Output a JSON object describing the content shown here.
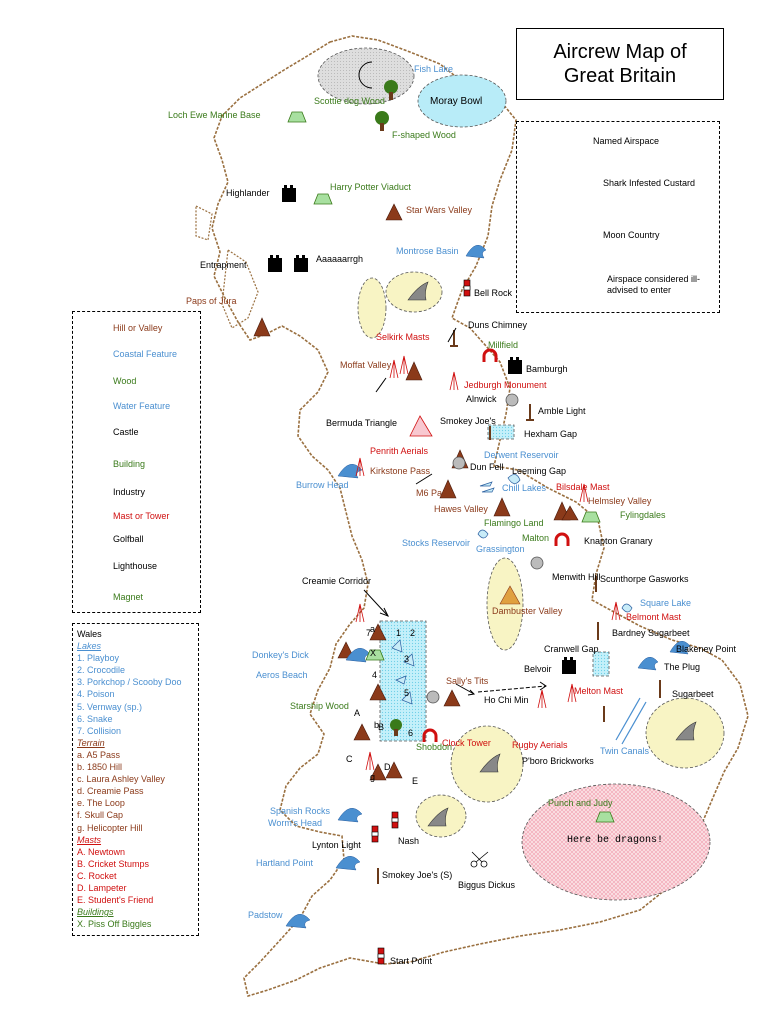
{
  "title": {
    "line1": "Aircrew Map of",
    "line2": "Great Britain"
  },
  "colors": {
    "hill": "#8b3a1a",
    "coastal": "#4a8fd0",
    "wood": "#3a7a1a",
    "building": "#a8e0a0",
    "mast": "#d01010",
    "magnet": "#d01010",
    "zone": "#f5f0b0",
    "danger": "#f8c8d0",
    "airspace": "#b8ecf8",
    "moon": "#d8d8d8",
    "coast": "#9a7040"
  },
  "legend_top": [
    {
      "icon": "moon-airspace-icon",
      "label": "Named Airspace",
      "color": "#000"
    },
    {
      "icon": "shark-fin-icon",
      "label": "Shark Infested Custard",
      "color": "#000"
    },
    {
      "icon": "crescent-moon-icon",
      "label": "Moon Country",
      "color": "#000"
    },
    {
      "icon": "pink-zone-icon",
      "label": "Airspace considered ill-advised to enter",
      "color": "#000"
    }
  ],
  "legend_left": [
    {
      "icon": "hill-icon",
      "label": "Hill or Valley",
      "color": "#8b3a1a"
    },
    {
      "icon": "wave-icon",
      "label": "Coastal Feature",
      "color": "#4a8fd0"
    },
    {
      "icon": "tree-icon",
      "label": "Wood",
      "color": "#3a7a1a"
    },
    {
      "icon": "water-drop-icon",
      "label": "Water Feature",
      "color": "#4a8fd0"
    },
    {
      "icon": "castle-icon",
      "label": "Castle",
      "color": "#000"
    },
    {
      "icon": "building-icon",
      "label": "Building",
      "color": "#3a7a1a"
    },
    {
      "icon": "chimney-icon",
      "label": "Industry",
      "color": "#000"
    },
    {
      "icon": "mast-icon",
      "label": "Mast or Tower",
      "color": "#d01010"
    },
    {
      "icon": "golfball-icon",
      "label": "Golfball",
      "color": "#000"
    },
    {
      "icon": "lighthouse-icon",
      "label": "Lighthouse",
      "color": "#000"
    },
    {
      "icon": "magnet-icon",
      "label": "Magnet",
      "color": "#3a7a1a"
    }
  ],
  "wales": {
    "heading": "Wales",
    "sections": [
      {
        "title": "Lakes",
        "color": "#4a8fd0",
        "items": [
          "1. Playboy",
          "2. Crocodile",
          "3. Porkchop / Scooby Doo",
          "4. Poison",
          "5. Vernway (sp.)",
          "6. Snake",
          "7. Collision"
        ]
      },
      {
        "title": "Terrain",
        "color": "#8b3a1a",
        "items": [
          "a. A5 Pass",
          "b. 1850 Hill",
          "c. Laura Ashley Valley",
          "d. Creamie Pass",
          "e. The Loop",
          "f. Skull Cap",
          "g. Helicopter Hill"
        ]
      },
      {
        "title": "Masts",
        "color": "#d01010",
        "items": [
          "A. Newtown",
          "B. Cricket Stumps",
          "C. Rocket",
          "D. Lampeter",
          "E. Student's Friend"
        ]
      },
      {
        "title": "Buildings",
        "color": "#3a7a1a",
        "items": [
          "X. Piss Off Biggles"
        ]
      }
    ]
  },
  "places": [
    {
      "text": "Fish Lake",
      "color": "#4a8fd0"
    },
    {
      "text": "Scottie dog Wood",
      "color": "#3a7a1a"
    },
    {
      "text": "Moray Bowl",
      "color": "#000"
    },
    {
      "text": "Loch Ewe Marine Base",
      "color": "#3a7a1a"
    },
    {
      "text": "F-shaped Wood",
      "color": "#3a7a1a"
    },
    {
      "text": "Highlander",
      "color": "#000"
    },
    {
      "text": "Harry Potter Viaduct",
      "color": "#3a7a1a"
    },
    {
      "text": "Star Wars Valley",
      "color": "#8b3a1a"
    },
    {
      "text": "Montrose Basin",
      "color": "#4a8fd0"
    },
    {
      "text": "Entrapment",
      "color": "#000"
    },
    {
      "text": "Aaaaaarrgh",
      "color": "#000"
    },
    {
      "text": "Bell Rock",
      "color": "#000"
    },
    {
      "text": "Paps of Jura",
      "color": "#8b3a1a"
    },
    {
      "text": "Duns Chimney",
      "color": "#000"
    },
    {
      "text": "Selkirk Masts",
      "color": "#d01010"
    },
    {
      "text": "Millfield",
      "color": "#3a7a1a"
    },
    {
      "text": "Moffat Valley",
      "color": "#8b3a1a"
    },
    {
      "text": "Bamburgh",
      "color": "#000"
    },
    {
      "text": "Jedburgh Monument",
      "color": "#d01010"
    },
    {
      "text": "Alnwick",
      "color": "#000"
    },
    {
      "text": "Amble Light",
      "color": "#000"
    },
    {
      "text": "Bermuda Triangle",
      "color": "#000"
    },
    {
      "text": "Smokey Joe's",
      "color": "#000"
    },
    {
      "text": "Hexham Gap",
      "color": "#000"
    },
    {
      "text": "Penrith Aerials",
      "color": "#d01010"
    },
    {
      "text": "Derwent Reservoir",
      "color": "#4a8fd0"
    },
    {
      "text": "Kirkstone Pass",
      "color": "#8b3a1a"
    },
    {
      "text": "Dun Fell",
      "color": "#000"
    },
    {
      "text": "Leeming Gap",
      "color": "#000"
    },
    {
      "text": "Burrow Head",
      "color": "#4a8fd0"
    },
    {
      "text": "Chill Lakes",
      "color": "#4a8fd0"
    },
    {
      "text": "Bilsdale Mast",
      "color": "#d01010"
    },
    {
      "text": "M6 Pass",
      "color": "#8b3a1a"
    },
    {
      "text": "Helmsley Valley",
      "color": "#8b3a1a"
    },
    {
      "text": "Hawes Valley",
      "color": "#8b3a1a"
    },
    {
      "text": "Fylingdales",
      "color": "#3a7a1a"
    },
    {
      "text": "Flamingo Land",
      "color": "#3a7a1a"
    },
    {
      "text": "Stocks Reservoir",
      "color": "#4a8fd0"
    },
    {
      "text": "Malton",
      "color": "#3a7a1a"
    },
    {
      "text": "Knapton Granary",
      "color": "#000"
    },
    {
      "text": "Grassington",
      "color": "#4a8fd0"
    },
    {
      "text": "Creamie Corridor",
      "color": "#000"
    },
    {
      "text": "Menwith Hill",
      "color": "#000"
    },
    {
      "text": "Scunthorpe Gasworks",
      "color": "#000"
    },
    {
      "text": "Square Lake",
      "color": "#4a8fd0"
    },
    {
      "text": "Dambuster Valley",
      "color": "#8b3a1a"
    },
    {
      "text": "Belmont Mast",
      "color": "#d01010"
    },
    {
      "text": "Bardney Sugarbeet",
      "color": "#000"
    },
    {
      "text": "Donkey's Dick",
      "color": "#4a8fd0"
    },
    {
      "text": "Cranwell Gap",
      "color": "#000"
    },
    {
      "text": "Blakeney Point",
      "color": "#000"
    },
    {
      "text": "Aeros Beach",
      "color": "#4a8fd0"
    },
    {
      "text": "The Plug",
      "color": "#000"
    },
    {
      "text": "Belvoir",
      "color": "#000"
    },
    {
      "text": "Sally's Tits",
      "color": "#8b3a1a"
    },
    {
      "text": "Ho Chi Min",
      "color": "#000"
    },
    {
      "text": "Sugarbeet",
      "color": "#000"
    },
    {
      "text": "Melton Mast",
      "color": "#d01010"
    },
    {
      "text": "Starship Wood",
      "color": "#3a7a1a"
    },
    {
      "text": "Clock Tower",
      "color": "#d01010"
    },
    {
      "text": "Rugby Aerials",
      "color": "#d01010"
    },
    {
      "text": "P'boro Brickworks",
      "color": "#000"
    },
    {
      "text": "Shobdon",
      "color": "#3a7a1a"
    },
    {
      "text": "Twin Canals",
      "color": "#4a8fd0"
    },
    {
      "text": "Punch and Judy",
      "color": "#3a7a1a"
    },
    {
      "text": "Here be dragons!",
      "color": "#000"
    },
    {
      "text": "Spanish Rocks",
      "color": "#4a8fd0"
    },
    {
      "text": "Worm's Head",
      "color": "#4a8fd0"
    },
    {
      "text": "Lynton Light",
      "color": "#000"
    },
    {
      "text": "Nash",
      "color": "#000"
    },
    {
      "text": "Hartland Point",
      "color": "#4a8fd0"
    },
    {
      "text": "Smokey Joe's (S)",
      "color": "#000"
    },
    {
      "text": "Biggus Dickus",
      "color": "#000"
    },
    {
      "text": "Padstow",
      "color": "#4a8fd0"
    },
    {
      "text": "Start Point",
      "color": "#000"
    }
  ],
  "wales_markers": [
    "7",
    "a",
    "1",
    "2",
    "3",
    "X",
    "4",
    "5",
    "b",
    "A",
    "B",
    "6",
    "C",
    "D",
    "g",
    "E"
  ]
}
